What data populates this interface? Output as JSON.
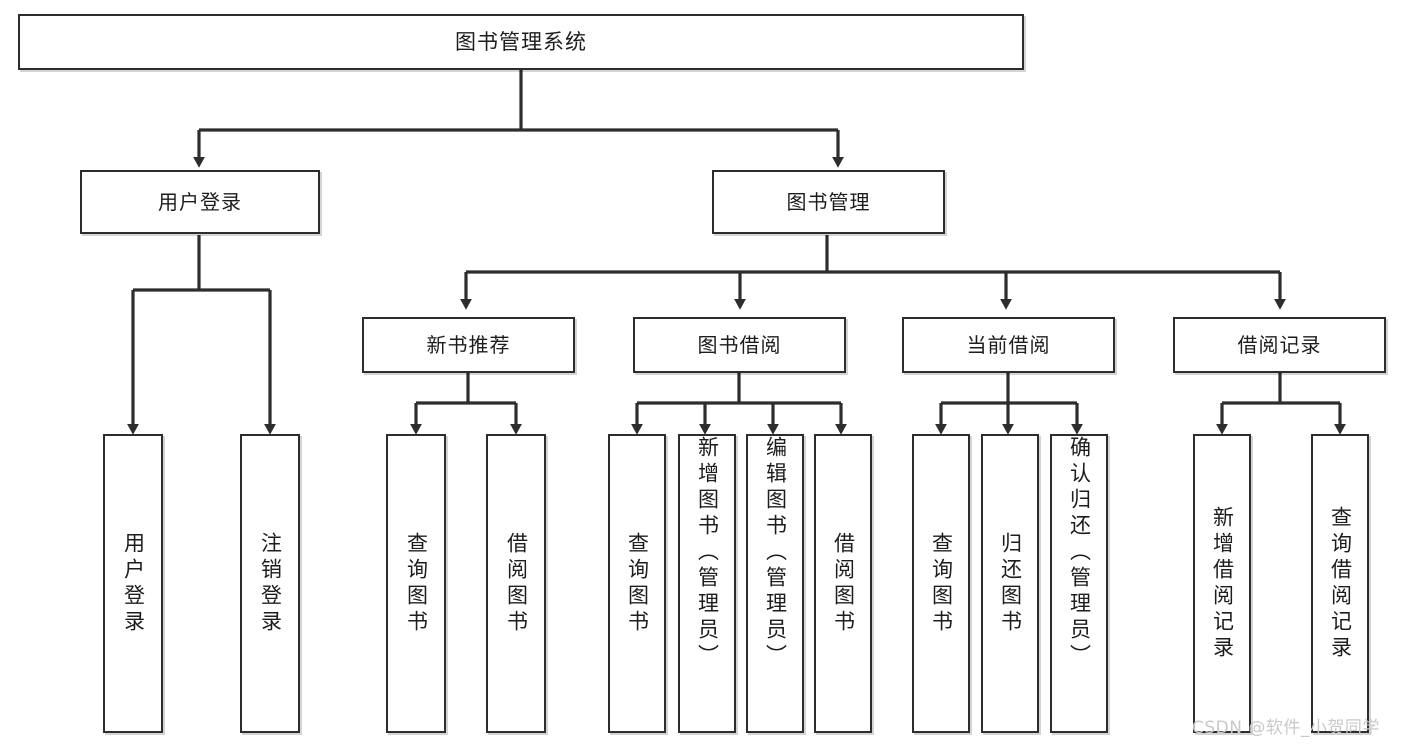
{
  "diagram": {
    "title": "图书管理系统",
    "watermark": "CSDN @软件_小贺同学",
    "stroke_color": "#2d2d2d",
    "text_color": "#1d1d1d",
    "watermark_color": "#c9c9c9",
    "background": "#ffffff",
    "root": {
      "label": "图书管理系统"
    },
    "level2": [
      {
        "label": "用户登录"
      },
      {
        "label": "图书管理"
      }
    ],
    "level3": [
      {
        "label": "新书推荐"
      },
      {
        "label": "图书借阅"
      },
      {
        "label": "当前借阅"
      },
      {
        "label": "借阅记录"
      }
    ],
    "leaves": {
      "user_login": [
        {
          "label": "用户登录"
        },
        {
          "label": "注销登录"
        }
      ],
      "new_book": [
        {
          "label": "查询图书"
        },
        {
          "label": "借阅图书"
        }
      ],
      "book_borrow": [
        {
          "label": "查询图书"
        },
        {
          "label": "新增图书（管理员）"
        },
        {
          "label": "编辑图书（管理员）"
        },
        {
          "label": "借阅图书"
        }
      ],
      "current_borrow": [
        {
          "label": "查询图书"
        },
        {
          "label": "归还图书"
        },
        {
          "label": "确认归还（管理员）"
        }
      ],
      "borrow_record": [
        {
          "label": "新增借阅记录"
        },
        {
          "label": "查询借阅记录"
        }
      ]
    }
  }
}
